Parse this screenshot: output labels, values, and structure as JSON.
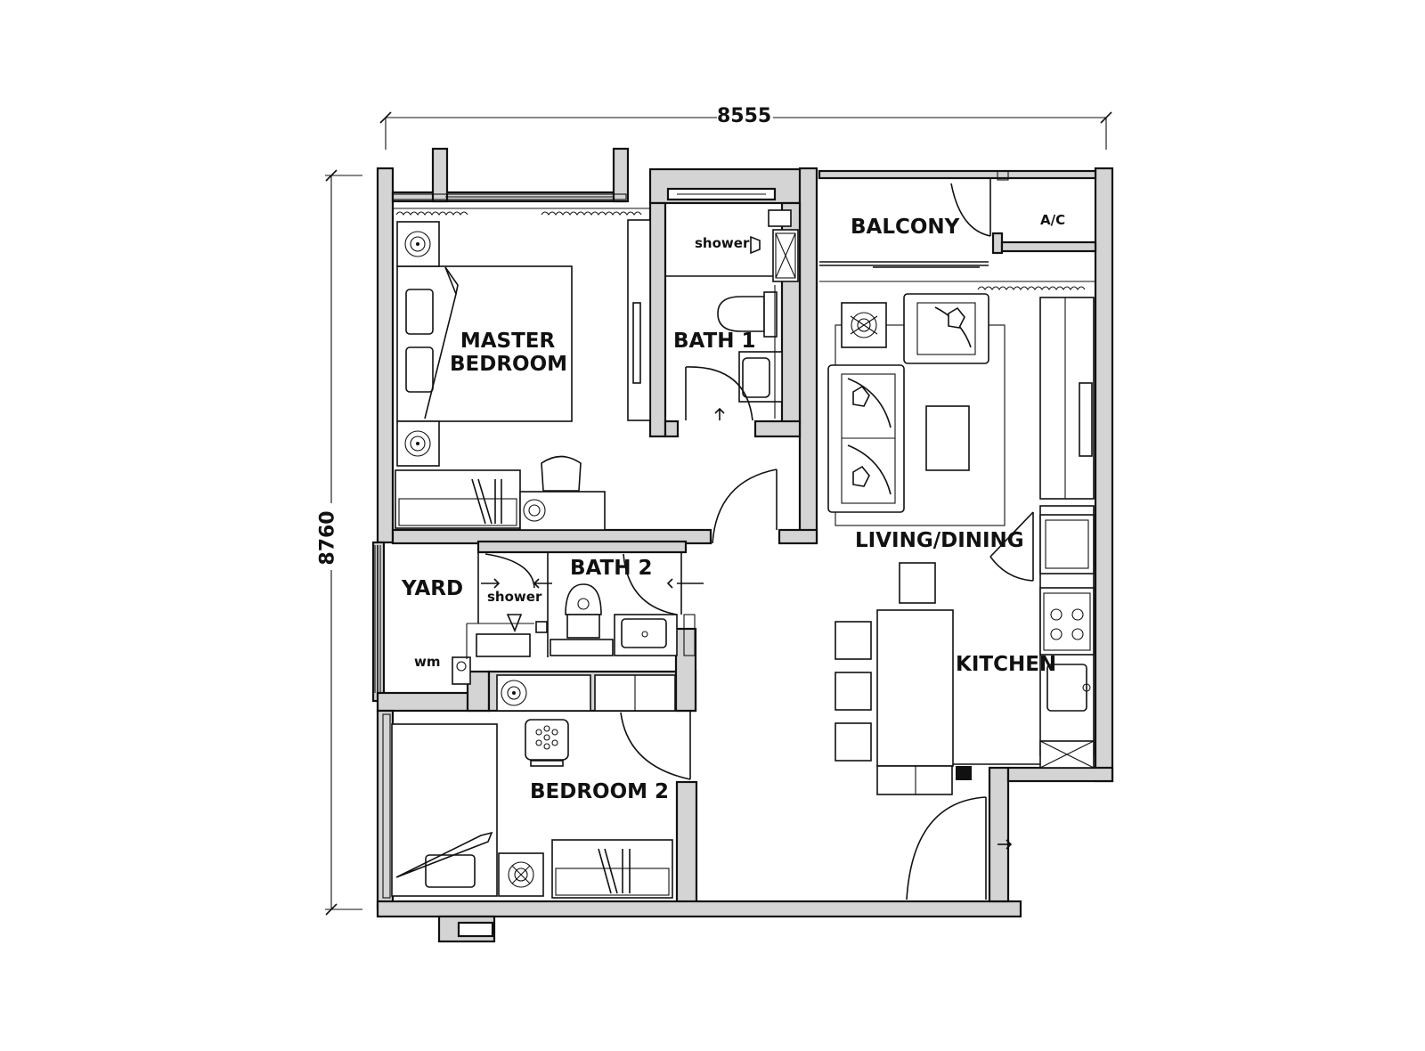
{
  "dimensions": {
    "width": "8555",
    "height": "8760"
  },
  "rooms": {
    "master_bedroom": "MASTER\nBEDROOM",
    "bath_1": "BATH 1",
    "shower_1": "shower",
    "balcony": "BALCONY",
    "ac": "A/C",
    "living_dining": "LIVING/DINING",
    "yard": "YARD",
    "wm": "wm",
    "bath_2": "BATH 2",
    "shower_2": "shower",
    "kitchen": "KITCHEN",
    "bedroom_2": "BEDROOM 2"
  },
  "colors": {
    "wall_fill": "#d4d4d4",
    "line": "#111111",
    "background": "#ffffff"
  }
}
